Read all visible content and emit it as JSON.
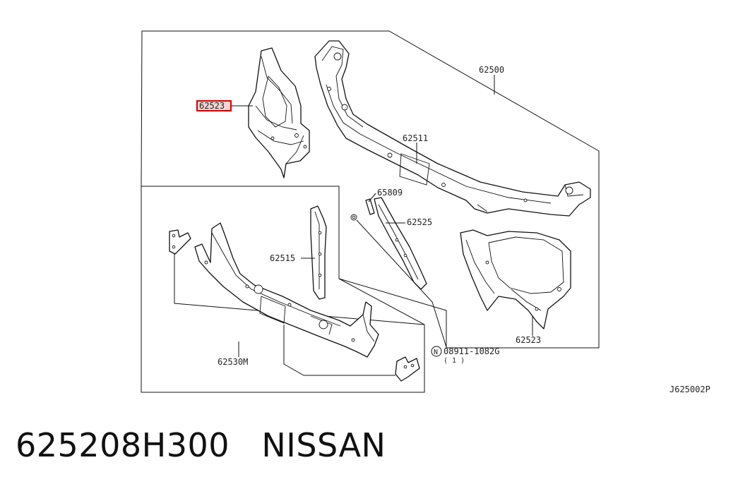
{
  "diagram": {
    "callouts": {
      "radiator_core_support_assy": "62500",
      "upper_support": "62511",
      "highlighted_part": "62523",
      "bracket_65809": "65809",
      "stay_62525": "62525",
      "center_stay": "62515",
      "side_support_lower": "62523",
      "lower_support": "62530M",
      "nut": "08911-1082G",
      "nut_qty": "( 1 )",
      "nut_symbol": "N"
    },
    "figure_code": "J625002P",
    "highlight_color": "#d40000"
  },
  "caption": {
    "text": "625208H300   NISSAN"
  }
}
